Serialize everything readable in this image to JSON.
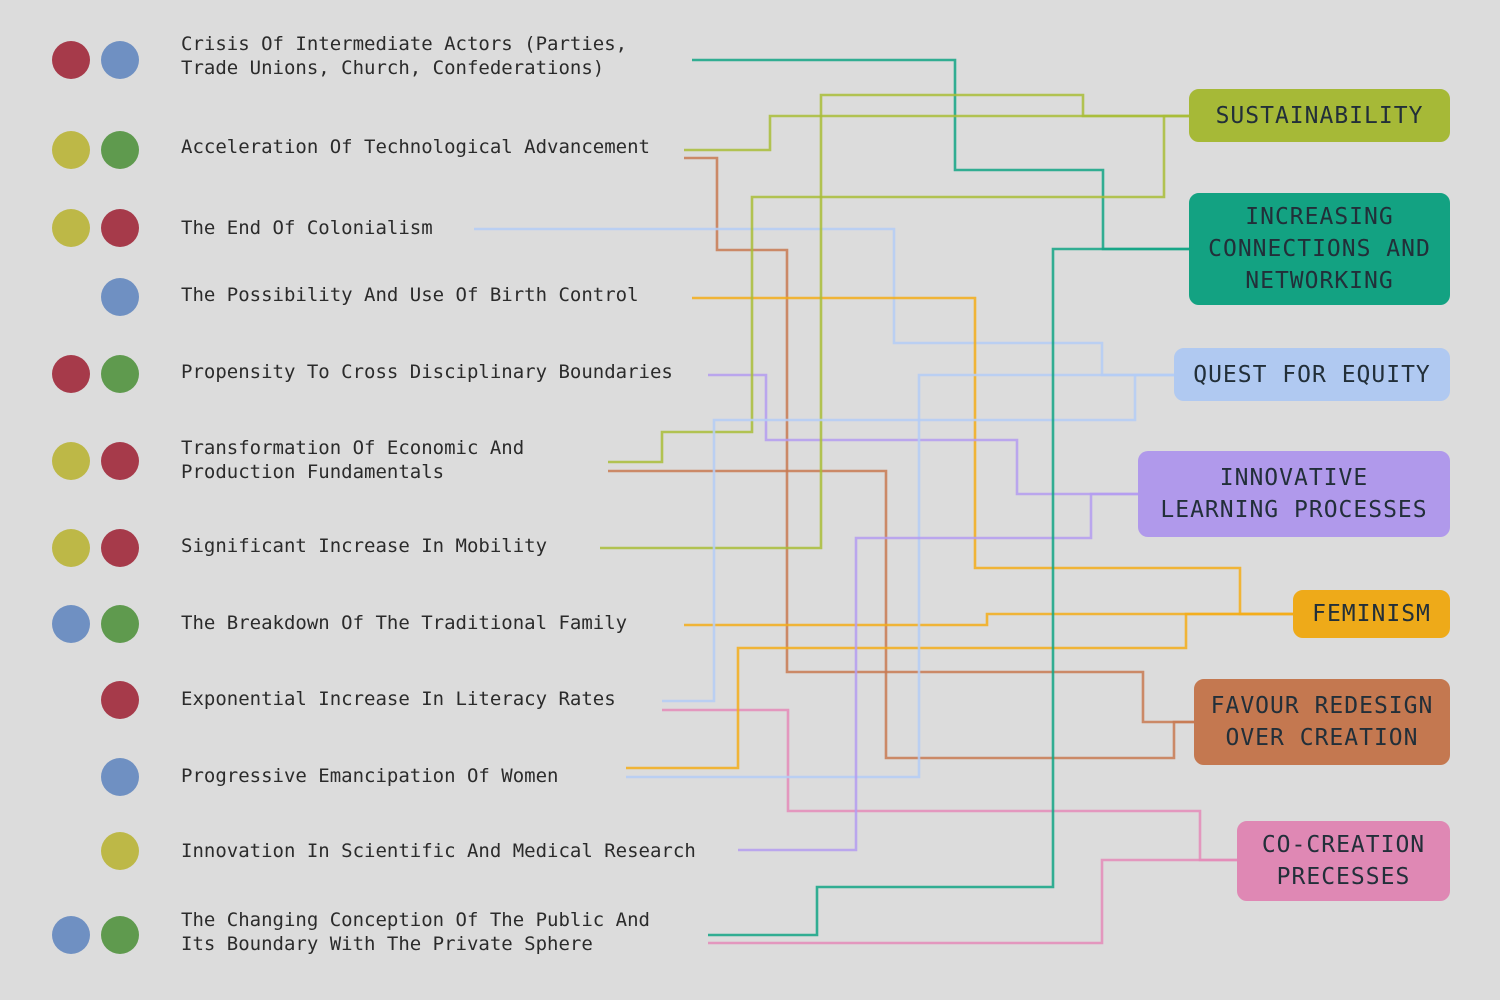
{
  "colors": {
    "red": "#a63a4a",
    "blue": "#6f90c2",
    "yellow": "#bdb847",
    "green": "#5f9a4e",
    "sustainability": "#a9bd38",
    "connections": "#13a585",
    "equity": "#b4cdf6",
    "learning": "#b49cf0",
    "feminism": "#f3ad1a",
    "redesign": "#c87a52",
    "cocreation": "#e48bb8"
  },
  "drivers": [
    {
      "label": "Crisis Of Intermediate Actors (Parties,\nTrade Unions, Church, Confederations)",
      "dots": [
        "red",
        "blue"
      ]
    },
    {
      "label": "Acceleration Of Technological Advancement",
      "dots": [
        "yellow",
        "green"
      ]
    },
    {
      "label": "The End Of Colonialism",
      "dots": [
        "yellow",
        "red"
      ]
    },
    {
      "label": "The Possibility And Use Of Birth Control",
      "dots": [
        "blue"
      ]
    },
    {
      "label": "Propensity To Cross Disciplinary Boundaries",
      "dots": [
        "red",
        "green"
      ]
    },
    {
      "label": "Transformation Of Economic And\nProduction Fundamentals",
      "dots": [
        "yellow",
        "red"
      ]
    },
    {
      "label": "Significant Increase In Mobility",
      "dots": [
        "yellow",
        "red"
      ]
    },
    {
      "label": "The Breakdown Of The Traditional Family",
      "dots": [
        "blue",
        "green"
      ]
    },
    {
      "label": "Exponential Increase In Literacy Rates",
      "dots": [
        "red"
      ]
    },
    {
      "label": "Progressive Emancipation Of Women",
      "dots": [
        "blue"
      ]
    },
    {
      "label": "Innovation In Scientific And Medical Research",
      "dots": [
        "yellow"
      ]
    },
    {
      "label": "The Changing Conception Of The Public And\nIts Boundary With The Private Sphere",
      "dots": [
        "blue",
        "green"
      ]
    }
  ],
  "targets": [
    {
      "label": "SUSTAINABILITY",
      "color": "sustainability"
    },
    {
      "label": "INCREASING\nCONNECTIONS AND\nNETWORKING",
      "color": "connections"
    },
    {
      "label": "QUEST FOR EQUITY",
      "color": "equity"
    },
    {
      "label": "INNOVATIVE\nLEARNING PROCESSES",
      "color": "learning"
    },
    {
      "label": "FEMINISM",
      "color": "feminism"
    },
    {
      "label": "FAVOUR REDESIGN\nOVER CREATION",
      "color": "redesign"
    },
    {
      "label": "CO-CREATION\nPRECESSES",
      "color": "cocreation"
    }
  ]
}
